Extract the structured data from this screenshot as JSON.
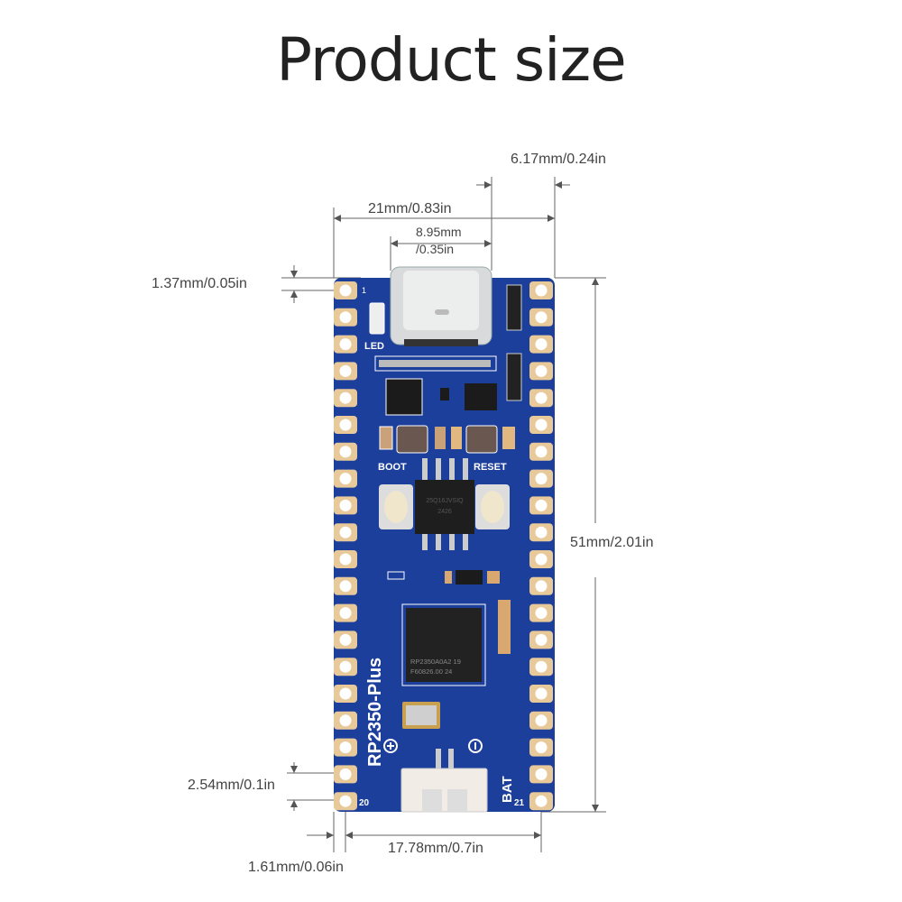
{
  "title": "Product size",
  "dimensions": {
    "connector_offset": "6.17mm/0.24in",
    "width": "21mm/0.83in",
    "usb_width_line1": "8.95mm",
    "usb_width_line2": "/0.35in",
    "hole_edge_offset": "1.37mm/0.05in",
    "length": "51mm/2.01in",
    "pin_pitch": "2.54mm/0.1in",
    "row_spacing": "17.78mm/0.7in",
    "hole_side_offset": "1.61mm/0.06in"
  },
  "board": {
    "name": "RP2350-Plus",
    "led_label": "LED",
    "boot_label": "BOOT",
    "reset_label": "RESET",
    "bat_label": "BAT",
    "pin_1": "1",
    "pin_20": "20",
    "pin_21": "21",
    "flash_chip_line1": "25Q16JVSIQ",
    "flash_chip_line2": "2426",
    "mcu_line1": "RP2350A0A2  19",
    "mcu_line2": "F60826.00   24",
    "board_color": "#1d3f9c",
    "pad_color": "#e8c99a"
  }
}
